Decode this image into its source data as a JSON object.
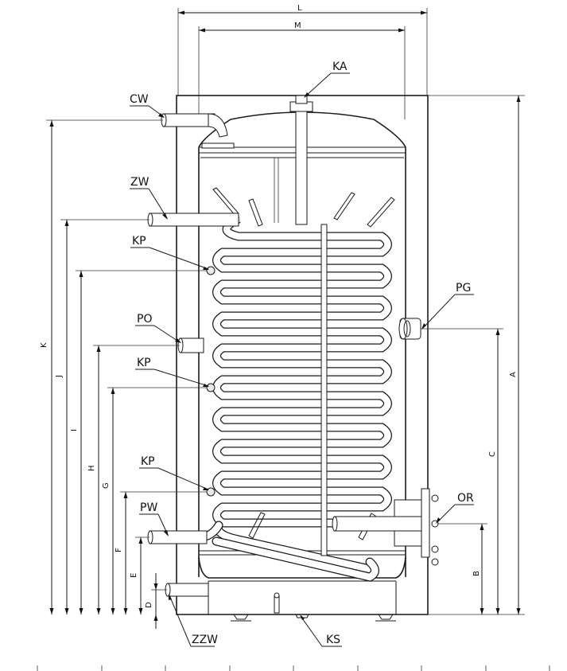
{
  "connections": {
    "cw": "CW",
    "ka": "KA",
    "zw": "ZW",
    "kp_top": "KP",
    "po": "PO",
    "kp_mid": "KP",
    "kp_low": "KP",
    "pw": "PW",
    "pg": "PG",
    "or": "OR",
    "zzw": "ZZW",
    "ks": "KS"
  },
  "dimensions": {
    "L": "L",
    "M": "M",
    "K": "K",
    "J": "J",
    "I": "I",
    "H": "H",
    "G": "G",
    "F": "F",
    "E": "E",
    "D": "D",
    "A": "A",
    "C": "C",
    "B": "B"
  }
}
